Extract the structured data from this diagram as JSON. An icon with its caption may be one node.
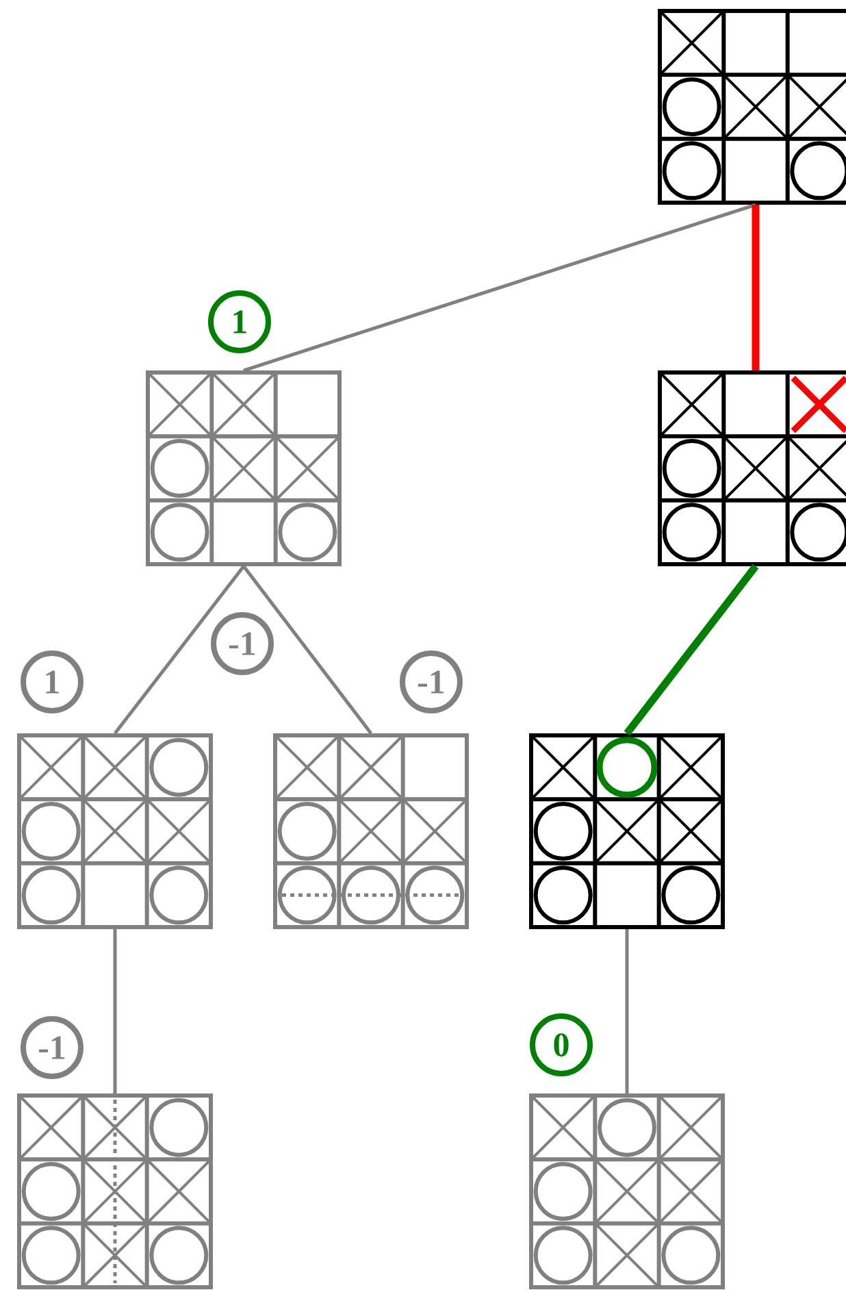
{
  "diagram": {
    "nodes": [
      {
        "text": [],
        "shape": "box"
      },
      {
        "text": [
          "1"
        ]
      },
      {
        "text": [],
        "shape": "box"
      },
      {
        "text": [],
        "shape": "box"
      },
      {
        "text": [
          "-1"
        ]
      },
      {
        "text": [
          "1"
        ]
      },
      {
        "text": [
          "-1"
        ]
      },
      {
        "text": [],
        "shape": "box"
      },
      {
        "text": [],
        "shape": "box"
      },
      {
        "text": [],
        "shape": "box"
      },
      {
        "text": [
          "-1"
        ]
      },
      {
        "text": [
          "0"
        ]
      },
      {
        "text": [],
        "shape": "box"
      },
      {
        "text": [],
        "shape": "box"
      }
    ],
    "edges": [
      {
        "from": 0,
        "to": 2,
        "arrow": "none"
      },
      {
        "from": 0,
        "to": 3,
        "arrow": "none",
        "style": "thick",
        "color": "#ff0000"
      },
      {
        "from": 3,
        "to": 9,
        "arrow": "none",
        "style": "thick",
        "color": "#008000"
      },
      {
        "from": 2,
        "to": 7,
        "arrow": "none"
      },
      {
        "from": 2,
        "to": 8,
        "arrow": "none"
      },
      {
        "from": 7,
        "to": 12,
        "arrow": "none"
      },
      {
        "from": 9,
        "to": 13,
        "arrow": "none"
      }
    ]
  }
}
